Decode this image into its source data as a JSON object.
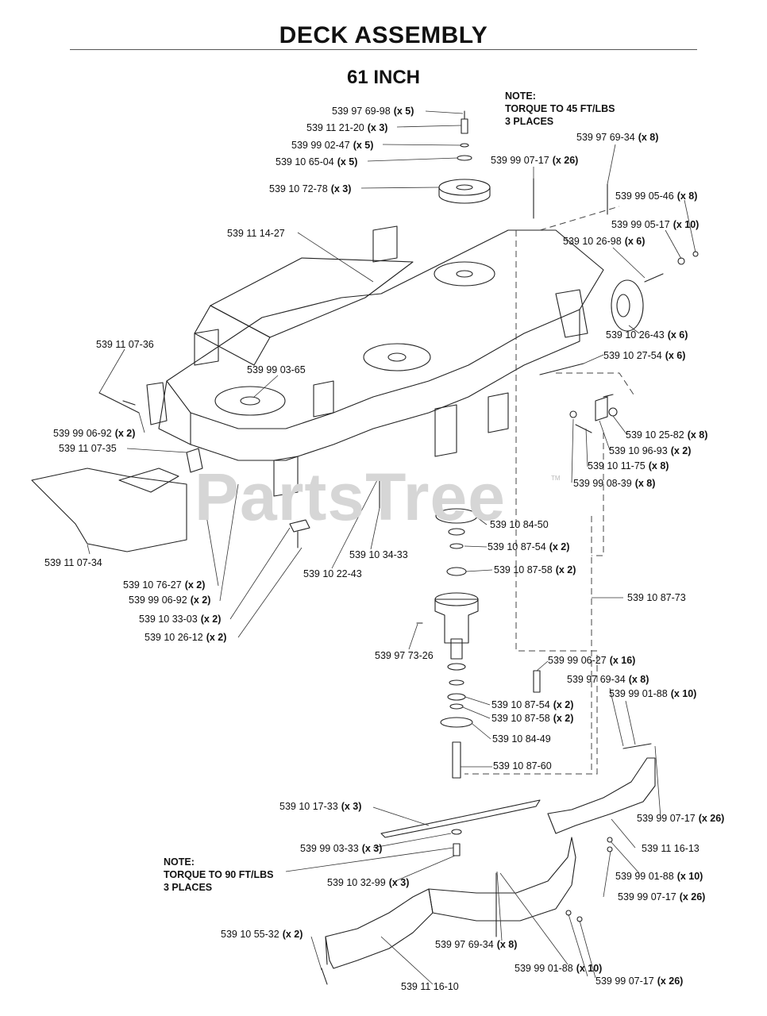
{
  "title": "DECK ASSEMBLY",
  "subtitle": "61 INCH",
  "watermark": "PartsTree",
  "watermark_tm": "TM",
  "notes": [
    {
      "lines": [
        "NOTE:",
        "TORQUE TO 45 FT/LBS",
        "3 PLACES"
      ]
    },
    {
      "lines": [
        "NOTE:",
        "TORQUE TO 90 FT/LBS",
        "3 PLACES"
      ]
    }
  ],
  "parts": [
    {
      "pn": "539 97 69-98",
      "qty": "(x 5)"
    },
    {
      "pn": "539 11 21-20",
      "qty": "(x 3)"
    },
    {
      "pn": "539 99 02-47",
      "qty": "(x 5)"
    },
    {
      "pn": "539 10 65-04",
      "qty": "(x 5)"
    },
    {
      "pn": "539 10 72-78",
      "qty": "(x 3)"
    },
    {
      "pn": "539 99 07-17",
      "qty": "(x 26)"
    },
    {
      "pn": "539 97 69-34",
      "qty": "(x 8)"
    },
    {
      "pn": "539 99 05-46",
      "qty": "(x 8)"
    },
    {
      "pn": "539 99 05-17",
      "qty": "(x 10)"
    },
    {
      "pn": "539 10 26-98",
      "qty": "(x 6)"
    },
    {
      "pn": "539 11 14-27",
      "qty": ""
    },
    {
      "pn": "539 10 26-43",
      "qty": "(x 6)"
    },
    {
      "pn": "539 10 27-54",
      "qty": "(x 6)"
    },
    {
      "pn": "539 11 07-36",
      "qty": ""
    },
    {
      "pn": "539 99 03-65",
      "qty": ""
    },
    {
      "pn": "539 99 06-92",
      "qty": "(x 2)"
    },
    {
      "pn": "539 11 07-35",
      "qty": ""
    },
    {
      "pn": "539 10 25-82",
      "qty": "(x 8)"
    },
    {
      "pn": "539 10 96-93",
      "qty": "(x 2)"
    },
    {
      "pn": "539 10 11-75",
      "qty": "(x 8)"
    },
    {
      "pn": "539 99 08-39",
      "qty": "(x 8)"
    },
    {
      "pn": "539 10 84-50",
      "qty": ""
    },
    {
      "pn": "539 10 87-54",
      "qty": "(x 2)"
    },
    {
      "pn": "539 10 87-58",
      "qty": "(x 2)"
    },
    {
      "pn": "539 11 07-34",
      "qty": ""
    },
    {
      "pn": "539 10 34-33",
      "qty": ""
    },
    {
      "pn": "539 10 22-43",
      "qty": ""
    },
    {
      "pn": "539 10 76-27",
      "qty": "(x 2)"
    },
    {
      "pn": "539 99 06-92",
      "qty": "(x 2)"
    },
    {
      "pn": "539 10 87-73",
      "qty": ""
    },
    {
      "pn": "539 10 33-03",
      "qty": "(x 2)"
    },
    {
      "pn": "539 10 26-12",
      "qty": "(x 2)"
    },
    {
      "pn": "539 97 73-26",
      "qty": ""
    },
    {
      "pn": "539 99 06-27",
      "qty": "(x 16)"
    },
    {
      "pn": "539 97 69-34",
      "qty": "(x 8)"
    },
    {
      "pn": "539 99 01-88",
      "qty": "(x 10)"
    },
    {
      "pn": "539 10 87-54",
      "qty": "(x 2)"
    },
    {
      "pn": "539 10 87-58",
      "qty": "(x 2)"
    },
    {
      "pn": "539 10 84-49",
      "qty": ""
    },
    {
      "pn": "539 10 87-60",
      "qty": ""
    },
    {
      "pn": "539 10 17-33",
      "qty": "(x 3)"
    },
    {
      "pn": "539 99 07-17",
      "qty": "(x 26)"
    },
    {
      "pn": "539 11 16-13",
      "qty": ""
    },
    {
      "pn": "539 99 03-33",
      "qty": "(x 3)"
    },
    {
      "pn": "539 10 32-99",
      "qty": "(x 3)"
    },
    {
      "pn": "539 99 01-88",
      "qty": "(x 10)"
    },
    {
      "pn": "539 99 07-17",
      "qty": "(x 26)"
    },
    {
      "pn": "539 10 55-32",
      "qty": "(x 2)"
    },
    {
      "pn": "539 97 69-34",
      "qty": "(x 8)"
    },
    {
      "pn": "539 99 01-88",
      "qty": "(x 10)"
    },
    {
      "pn": "539 99 07-17",
      "qty": "(x 26)"
    },
    {
      "pn": "539 11 16-10",
      "qty": ""
    }
  ]
}
